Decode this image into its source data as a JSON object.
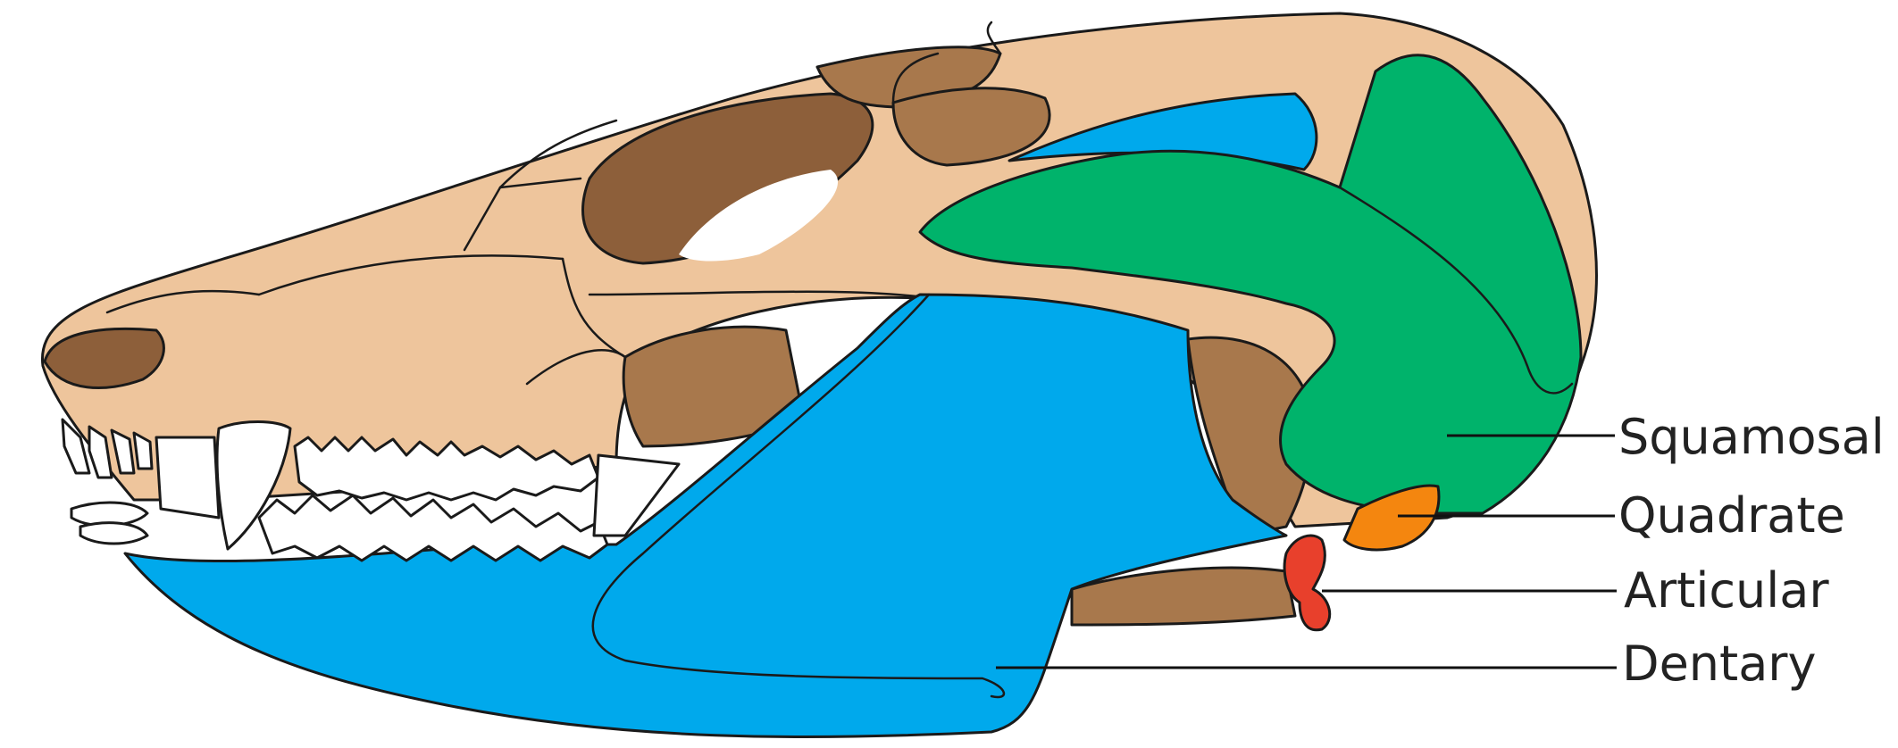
{
  "labels": {
    "squamosal": "Squamosal",
    "quadrate": "Quadrate",
    "articular": "Articular",
    "dentary": "Dentary"
  },
  "colors": {
    "skull": "#eec59c",
    "skull_shade": "#a8784c",
    "skull_dark": "#8d5f3a",
    "squamosal": "#00b36b",
    "quadrate": "#f4860f",
    "articular": "#e8402c",
    "dentary": "#00a9ec",
    "teeth": "#ffffff"
  }
}
